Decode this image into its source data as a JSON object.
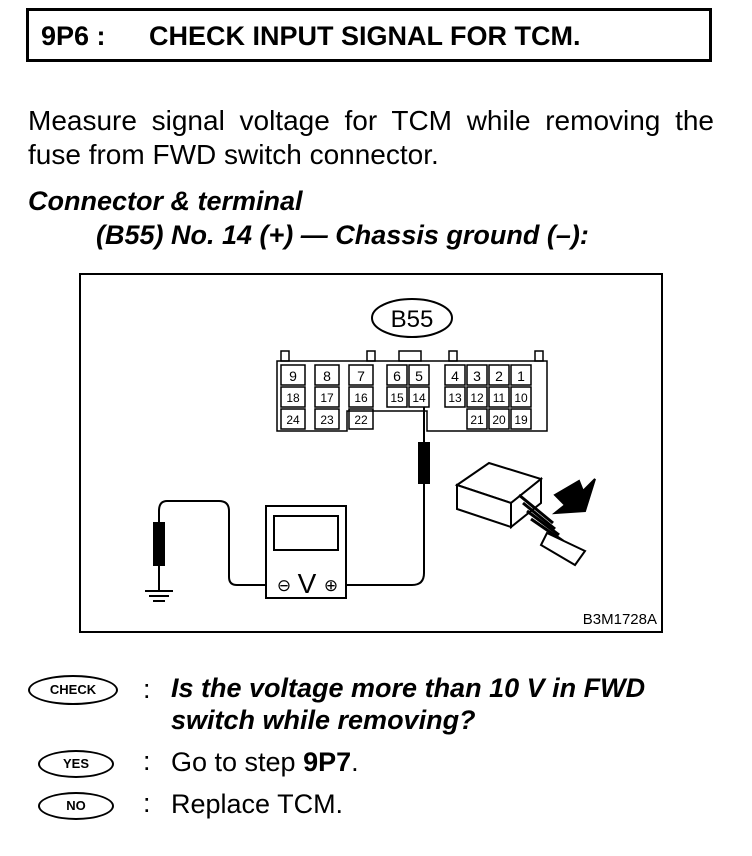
{
  "header": {
    "code": "9P6 :",
    "title": "CHECK INPUT SIGNAL FOR TCM."
  },
  "intro": "Measure signal voltage for TCM while removing the fuse from FWD switch connector.",
  "connector": {
    "label": "Connector & terminal",
    "spec": "(B55) No. 14 (+) — Chassis ground (–):"
  },
  "diagram": {
    "connector_id": "B55",
    "row1": [
      "9",
      "8",
      "7",
      "6",
      "5",
      "4",
      "3",
      "2",
      "1"
    ],
    "row2": [
      "18",
      "17",
      "16",
      "15",
      "14",
      "13",
      "12",
      "11",
      "10"
    ],
    "row3": [
      "24",
      "23",
      "22",
      "21",
      "20",
      "19"
    ],
    "meter_symbols": {
      "minus": "⊖",
      "v": "V",
      "plus": "⊕"
    },
    "figure_id": "B3M1728A"
  },
  "check": {
    "badge": "CHECK",
    "colon": ":",
    "question": "Is the voltage more than 10 V in FWD switch while removing?"
  },
  "yes": {
    "badge": "YES",
    "colon": ":",
    "text_prefix": "Go to step ",
    "step": "9P7",
    "text_suffix": "."
  },
  "no": {
    "badge": "NO",
    "colon": ":",
    "text": "Replace TCM."
  }
}
